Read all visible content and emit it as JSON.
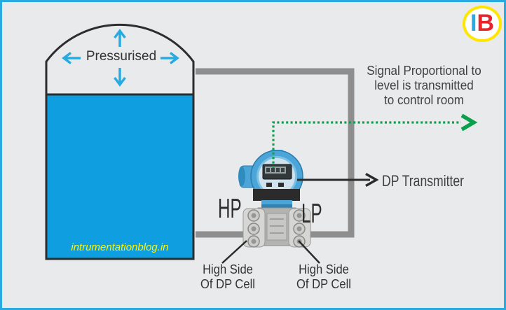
{
  "diagram": {
    "background": "#e9eaeb",
    "border_color": "#29abe2",
    "text_color": "#414042"
  },
  "logo": {
    "letter_i": "I",
    "letter_b": "B",
    "i_color": "#29abe2",
    "b_color": "#e8232a",
    "ring_color": "#ffe600",
    "fill_color": "#ffffff"
  },
  "tank": {
    "pressurised_label": "Pressurised",
    "watermark": "intrumentationblog.in",
    "liquid_color": "#0f9fe0",
    "outline_color": "#2d2d2d",
    "arrow_color": "#29abe2"
  },
  "piping": {
    "color": "#8e8e8e"
  },
  "signal": {
    "line1": "Signal Proportional to",
    "line2": "level is transmitted",
    "line3": "to control room",
    "arrow_color": "#0ca04e"
  },
  "transmitter": {
    "hp_label": "HP",
    "lp_label": "LP",
    "device_label": "DP Transmitter",
    "body_color": "#4ba5d9",
    "flange_color": "#d6d6d4",
    "arrow_color": "#2b2b2b"
  },
  "callouts": {
    "left_line1": "High Side",
    "left_line2": "Of DP Cell",
    "right_line1": "High Side",
    "right_line2": "Of DP Cell"
  }
}
